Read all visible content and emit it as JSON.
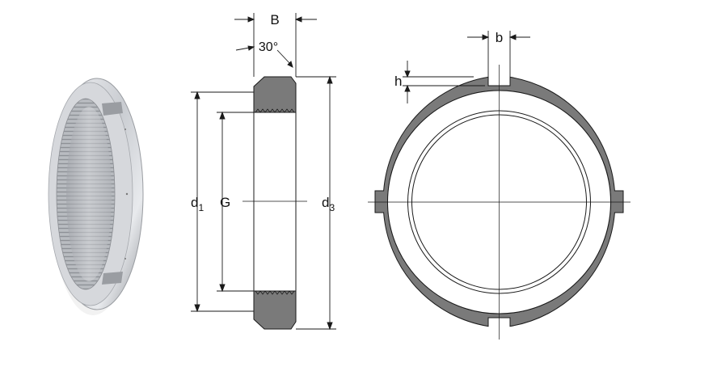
{
  "labels": {
    "B": "B",
    "angle": "30°",
    "d1_main": "d",
    "d1_sub": "1",
    "G": "G",
    "d3_main": "d",
    "d3_sub": "3",
    "b": "b",
    "h": "h"
  },
  "colors": {
    "section_fill": "#7a7a7a",
    "line": "#1a1a1a",
    "metal_light": "#e4e6e9",
    "metal_dark": "#8d9096"
  }
}
